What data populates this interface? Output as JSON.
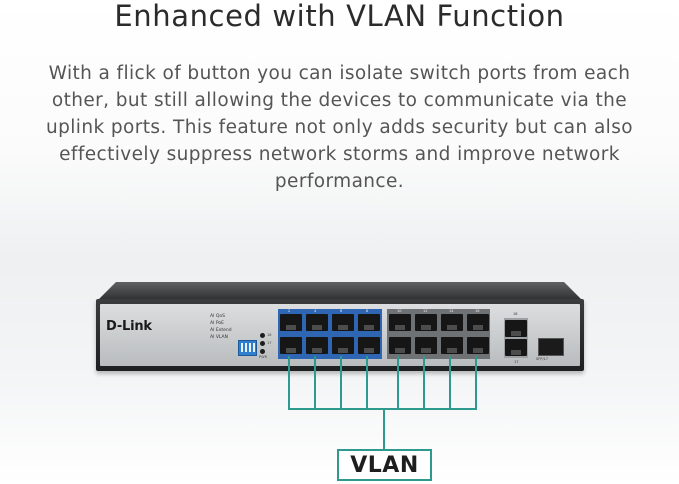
{
  "heading": {
    "title": "Enhanced with VLAN Function",
    "lines": [
      "With a flick of button you can isolate switch ports from each",
      "other, but still allowing the devices to communicate via the",
      "uplink ports. This feature not only adds security but can also",
      "effectively suppress network storms and improve network",
      "performance."
    ]
  },
  "switch": {
    "brand": "D-Link",
    "dip_labels": [
      "AI QoS",
      "AI PoE",
      "AI Extend",
      "AI VLAN"
    ],
    "leds": [
      "18",
      "17",
      "PWR"
    ],
    "port_numbers_top": [
      "2",
      "4",
      "6",
      "8",
      "10",
      "12",
      "14",
      "16",
      "18"
    ],
    "uplink_label_bottom": "17",
    "sfp_label": "SFP/17",
    "colors": {
      "vlan_group": "#2f66b4",
      "uplink_group": "#6e7275"
    }
  },
  "vlan": {
    "label": "VLAN",
    "line_color": "#2e9a8e"
  }
}
